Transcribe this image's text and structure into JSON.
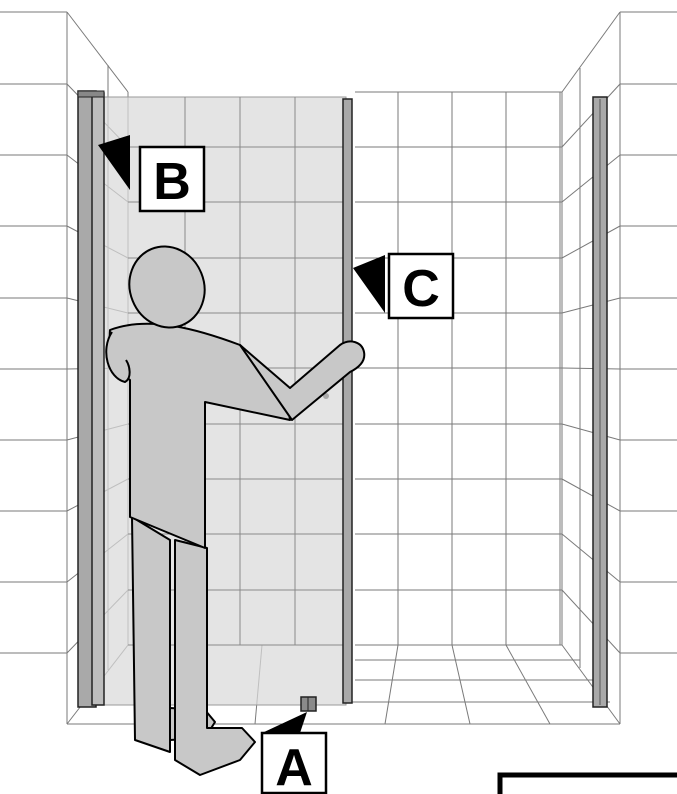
{
  "diagram": {
    "callouts": {
      "a": "A",
      "b": "B",
      "c": "C"
    },
    "colors": {
      "glass": "#d9d9d9",
      "figure": "#c8c8c8",
      "profile": "#a9a9a9",
      "tile_line": "#7a7a7a"
    }
  }
}
